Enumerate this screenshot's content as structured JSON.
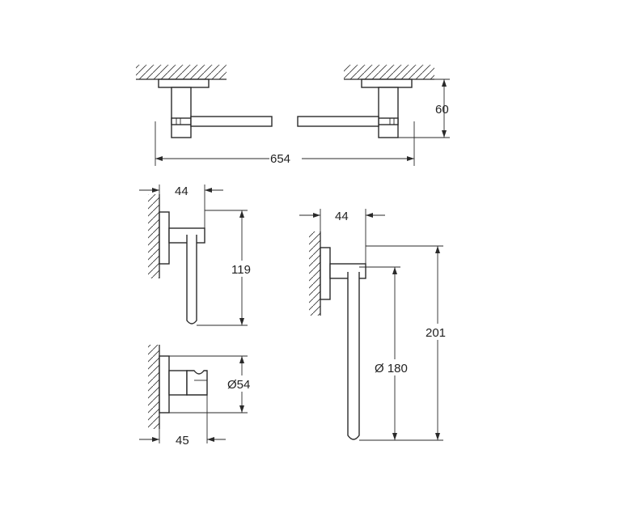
{
  "dimensions": {
    "towel_rail_width": "654",
    "towel_rail_projection": "60",
    "hook_projection": "44",
    "hook_height": "119",
    "ring_projection": "44",
    "ring_height": "201",
    "ring_diameter": "Ø 180",
    "rosette_projection": "45",
    "rosette_diameter": "Ø54"
  }
}
